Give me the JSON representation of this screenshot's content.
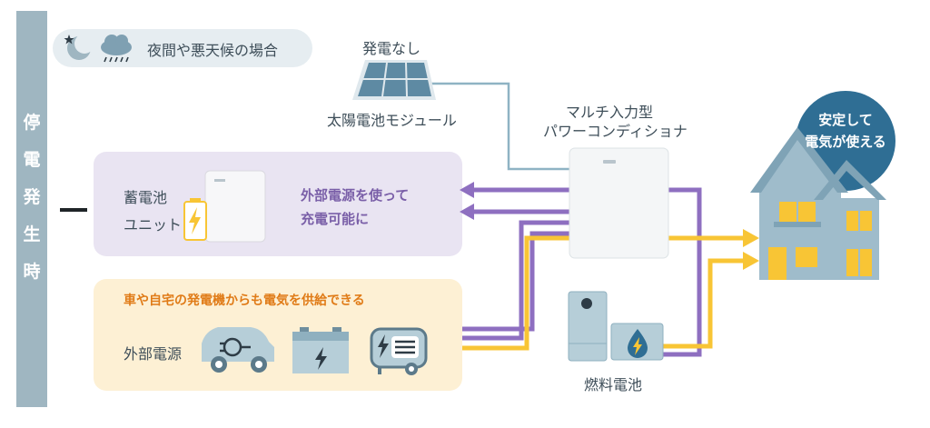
{
  "sidebar": {
    "chars": [
      "停",
      "電",
      "発",
      "生",
      "時"
    ]
  },
  "night": {
    "label": "夜間や悪天候の場合",
    "icons": [
      "moon-star-icon",
      "rain-cloud-icon"
    ]
  },
  "solar": {
    "status": "発電なし",
    "label": "太陽電池モジュール"
  },
  "conditioner": {
    "line1": "マルチ入力型",
    "line2": "パワーコンディショナ"
  },
  "battery": {
    "label_line1": "蓄電池",
    "label_line2": "ユニット",
    "desc_line1": "外部電源を使って",
    "desc_line2": "充電可能に"
  },
  "external": {
    "title": "車や自宅の発電機からも電気を供給できる",
    "label": "外部電源",
    "icons": [
      "car-plug-icon",
      "car-battery-icon",
      "generator-icon"
    ]
  },
  "fuel_cell": {
    "label": "燃料電池"
  },
  "home": {
    "line1": "安定して",
    "line2": "電気が使える"
  },
  "colors": {
    "sidebar": "#9fb6c1",
    "battery_panel": "#e9e4f2",
    "external_panel": "#fdf0d4",
    "purple": "#8e6fc0",
    "yellow": "#f8c535",
    "solar_line": "#8fb3c4",
    "home_bubble": "#2f6e94"
  }
}
